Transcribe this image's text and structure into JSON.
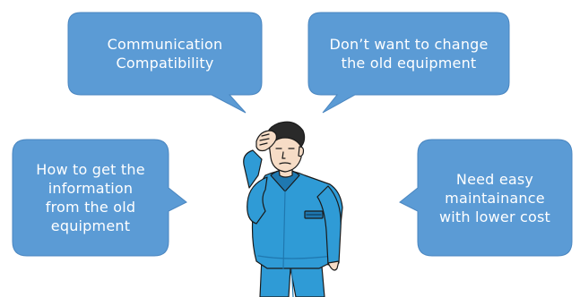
{
  "bubbles": {
    "top_left": "Communication\nCompatibility",
    "top_right": "Don’t want to change\nthe old equipment",
    "mid_left": "How to get the\ninformation\nfrom the old\nequipment",
    "mid_right": "Need easy\nmaintainance\nwith lower cost"
  },
  "colors": {
    "bubble_fill": "#5b9bd5",
    "bubble_stroke": "#4a86c0",
    "text": "#ffffff",
    "uniform": "#2f9bd6",
    "uniform_shadow": "#1f78b0",
    "skin": "#f6dcc6",
    "hair": "#2a2a2a"
  },
  "figure": {
    "name": "confused-worker-illustration"
  }
}
